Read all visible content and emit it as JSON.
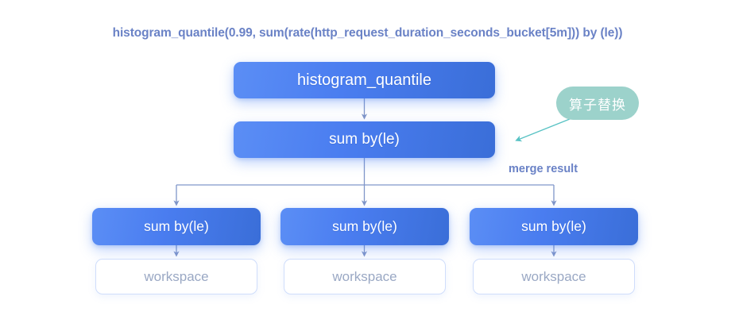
{
  "diagram": {
    "title": "histogram_quantile(0.99, sum(rate(http_request_duration_seconds_bucket[5m])) by (le))",
    "background_color": "#ffffff",
    "nodes": {
      "root": {
        "label": "histogram_quantile",
        "kind": "operator"
      },
      "merge": {
        "label": "sum by(le)",
        "kind": "operator"
      },
      "leaves": [
        {
          "label": "sum by(le)",
          "kind": "operator"
        },
        {
          "label": "sum by(le)",
          "kind": "operator"
        },
        {
          "label": "sum by(le)",
          "kind": "operator"
        }
      ],
      "workspaces": [
        {
          "label": "workspace",
          "kind": "datasource"
        },
        {
          "label": "workspace",
          "kind": "datasource"
        },
        {
          "label": "workspace",
          "kind": "datasource"
        }
      ]
    },
    "annotations": {
      "badge": {
        "label": "算子替换",
        "color": "#9cd2cb",
        "text_color": "#ffffff"
      },
      "merge_label": {
        "label": "merge result",
        "color": "#6a82c6"
      }
    },
    "colors": {
      "title_text": "#6a82c6",
      "node_gradient_start": "#5b8ef5",
      "node_gradient_end": "#3a6ed8",
      "node_text": "#ffffff",
      "workspace_border": "#cfddfb",
      "workspace_text": "#9aa8c4",
      "connector_line": "#8096c9",
      "badge_arrow": "#58c2c4"
    }
  }
}
